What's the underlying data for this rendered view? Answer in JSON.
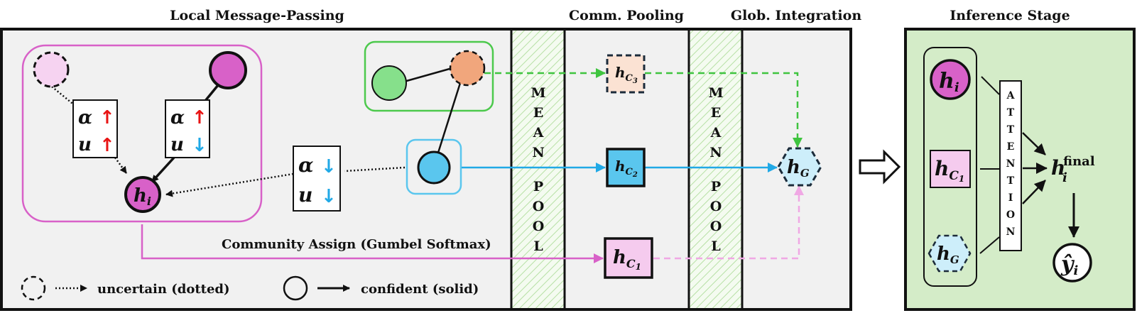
{
  "titles": {
    "local": "Local Message-Passing",
    "comm": "Comm. Pooling",
    "glob": "Glob. Integration",
    "inference": "Inference Stage"
  },
  "pool_word": [
    "M",
    "E",
    "A",
    "N",
    " ",
    "P",
    "O",
    "O",
    "L"
  ],
  "pool_word2": [
    "M",
    "E",
    "A",
    "N",
    " ",
    "P",
    "O",
    "O",
    "L"
  ],
  "attention_word": [
    "A",
    "T",
    "T",
    "E",
    "N",
    "T",
    "I",
    "O",
    "N"
  ],
  "gates": {
    "left": {
      "a": "α",
      "u": "u",
      "a_arrow": "↑",
      "u_arrow": "↑"
    },
    "middle": {
      "a": "α",
      "u": "u",
      "a_arrow": "↑",
      "u_arrow": "↓"
    },
    "right": {
      "a": "α",
      "u": "u",
      "a_arrow": "↓",
      "u_arrow": "↓"
    }
  },
  "nodes": {
    "hi": "h",
    "hi_sub": "i",
    "hc": "h",
    "c_sub": "C",
    "c1": "1",
    "c2": "2",
    "c3": "3",
    "hg": "h",
    "g_sub": "G",
    "final_sup": "final",
    "yhat": "ŷ",
    "y_sub": "i"
  },
  "community_assign": "Community Assign (Gumbel Softmax)",
  "legend": {
    "uncertain": "uncertain (dotted)",
    "confident": "confident (solid)"
  },
  "colors": {
    "panel_bg": "#f1f1f1",
    "inference_bg": "#d4ecc8",
    "magenta": "#d861c8",
    "magenta_light": "#f6d3f1",
    "orange": "#f1a67c",
    "orange_light": "#fbe2d3",
    "green_node": "#86e08b",
    "green_line": "#4cc94c",
    "blue": "#5ac6ee",
    "blue_light": "#cdeefa",
    "pink_box": "#f5cbee",
    "pink_line": "#f0a8e4",
    "red_arrow": "#e81414",
    "blue_arrow": "#21a9e6"
  }
}
